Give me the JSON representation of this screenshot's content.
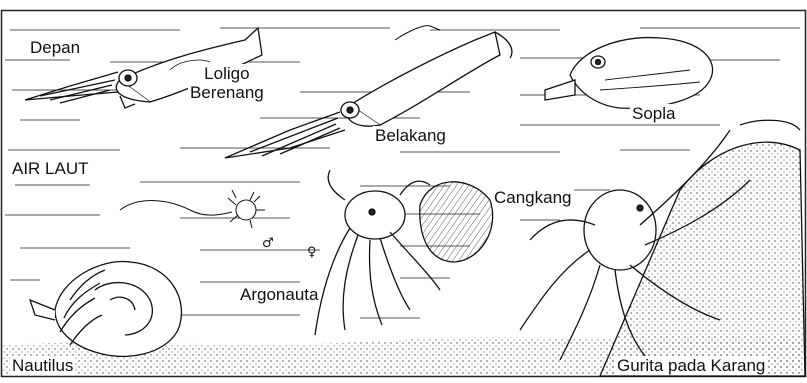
{
  "labels": {
    "depan": "Depan",
    "loligo_line1": "Loligo",
    "loligo_line2": "Berenang",
    "belakang": "Belakang",
    "sopla": "Sopla",
    "air_laut": "AIR LAUT",
    "cangkang": "Cangkang",
    "argonauta": "Argonauta",
    "nautilus": "Nautilus",
    "gurita": "Gurita pada Karang"
  },
  "symbols": {
    "male": "♂",
    "female": "♀"
  }
}
